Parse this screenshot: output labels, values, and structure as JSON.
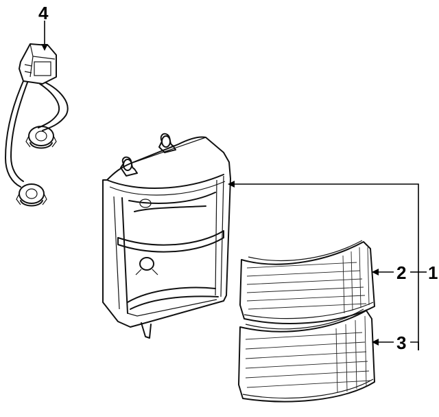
{
  "callouts": {
    "c1": "1",
    "c2": "2",
    "c3": "3",
    "c4": "4"
  },
  "colors": {
    "ink": "#111111",
    "background": "#ffffff"
  }
}
